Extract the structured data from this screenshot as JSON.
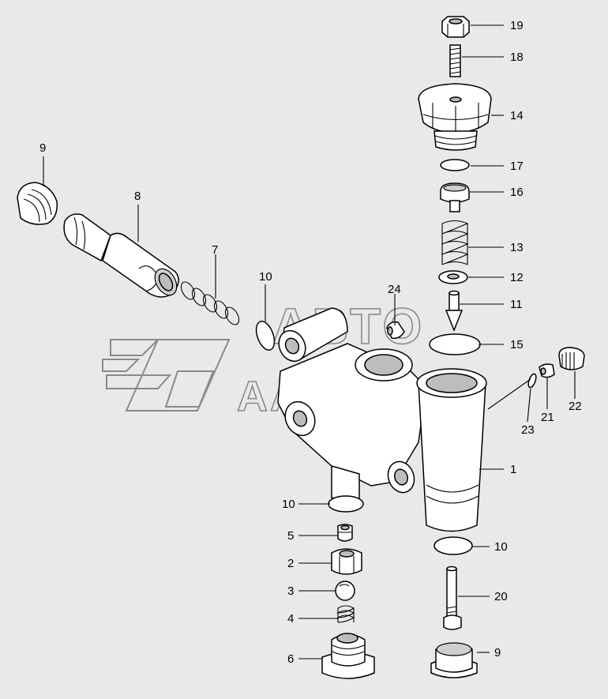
{
  "watermark": {
    "line1": "АВТО",
    "line2": "ААЬЯНС"
  },
  "callouts": {
    "p1": "1",
    "p2": "2",
    "p3": "3",
    "p4": "4",
    "p5": "5",
    "p6": "6",
    "p7": "7",
    "p8": "8",
    "p9_left": "9",
    "p9_bottom": "9",
    "p10_top": "10",
    "p10_left": "10",
    "p10_right": "10",
    "p11": "11",
    "p12": "12",
    "p13": "13",
    "p14": "14",
    "p15": "15",
    "p16": "16",
    "p17": "17",
    "p18": "18",
    "p19": "19",
    "p20": "20",
    "p21": "21",
    "p22": "22",
    "p23": "23",
    "p24": "24"
  },
  "colors": {
    "background": "#e9e9e9",
    "linework": "#000000",
    "watermark": "#8a8a8a"
  }
}
